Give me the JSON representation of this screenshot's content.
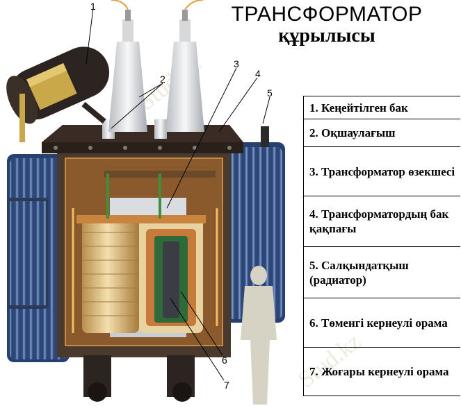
{
  "title": {
    "line1": "ТРАНСФОРМАТОР",
    "line2": "құрылысы"
  },
  "legend": [
    "1. Кеңейтілген бак",
    "2. Оқшаулағыш",
    "3. Трансформатор өзекшесі",
    "4. Трансформатордың бак қақпағы",
    "5. Салқындатқыш (радиатор)",
    "6. Төменгі кернеулі орама",
    "7. Жоғары кернеулі орама"
  ],
  "callouts": [
    "1",
    "2",
    "3",
    "4",
    "5",
    "6",
    "7"
  ],
  "watermark": "Stud.kz",
  "colors": {
    "tank_interior": "#8a5a2c",
    "radiator": "#4f6fa8",
    "coil_yellow": "#e9c98a",
    "coil_copper": "#c87a3a",
    "cover": "#3a2c24"
  }
}
